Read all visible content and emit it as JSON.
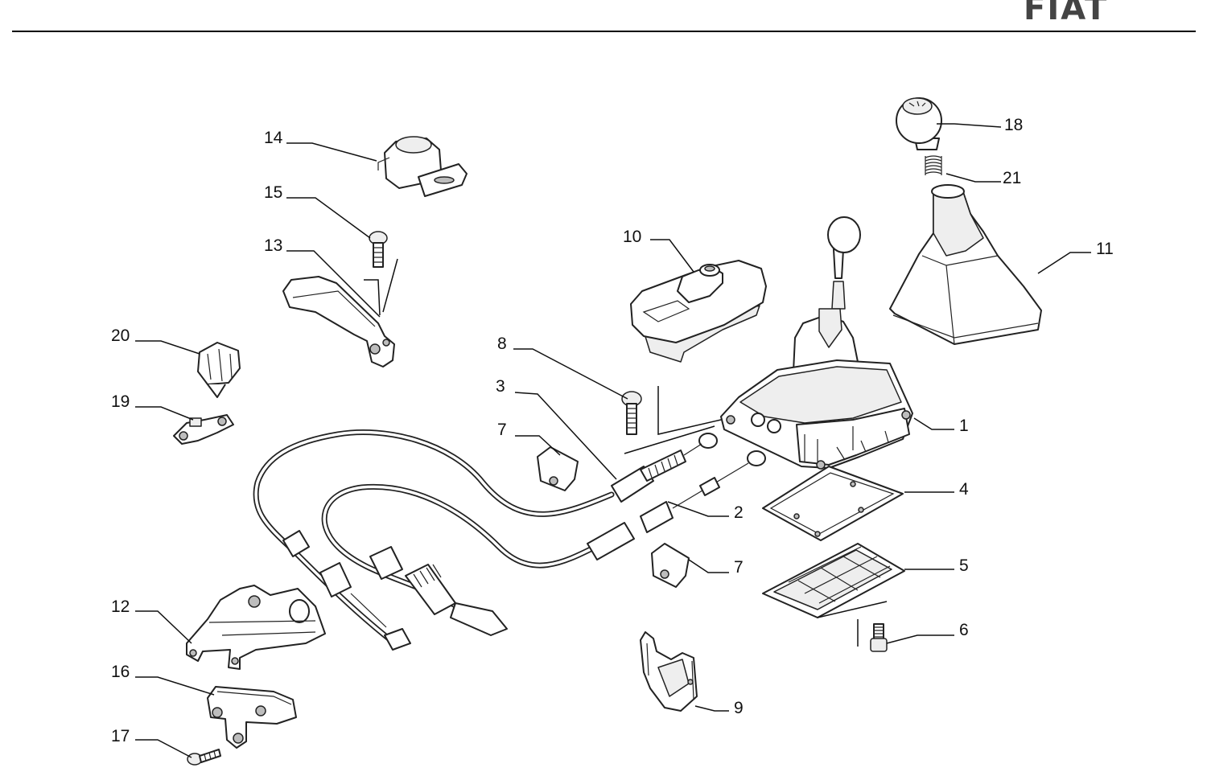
{
  "header": {
    "brand_logo": "FIAT"
  },
  "diagram": {
    "callouts": [
      {
        "id": "c1",
        "number": "1"
      },
      {
        "id": "c2",
        "number": "2"
      },
      {
        "id": "c3",
        "number": "3"
      },
      {
        "id": "c4",
        "number": "4"
      },
      {
        "id": "c5",
        "number": "5"
      },
      {
        "id": "c6",
        "number": "6"
      },
      {
        "id": "c7a",
        "number": "7"
      },
      {
        "id": "c7b",
        "number": "7"
      },
      {
        "id": "c8",
        "number": "8"
      },
      {
        "id": "c9",
        "number": "9"
      },
      {
        "id": "c10",
        "number": "10"
      },
      {
        "id": "c11",
        "number": "11"
      },
      {
        "id": "c12",
        "number": "12"
      },
      {
        "id": "c13",
        "number": "13"
      },
      {
        "id": "c14",
        "number": "14"
      },
      {
        "id": "c15",
        "number": "15"
      },
      {
        "id": "c16",
        "number": "16"
      },
      {
        "id": "c17",
        "number": "17"
      },
      {
        "id": "c18",
        "number": "18"
      },
      {
        "id": "c19",
        "number": "19"
      },
      {
        "id": "c20",
        "number": "20"
      },
      {
        "id": "c21",
        "number": "21"
      }
    ]
  }
}
